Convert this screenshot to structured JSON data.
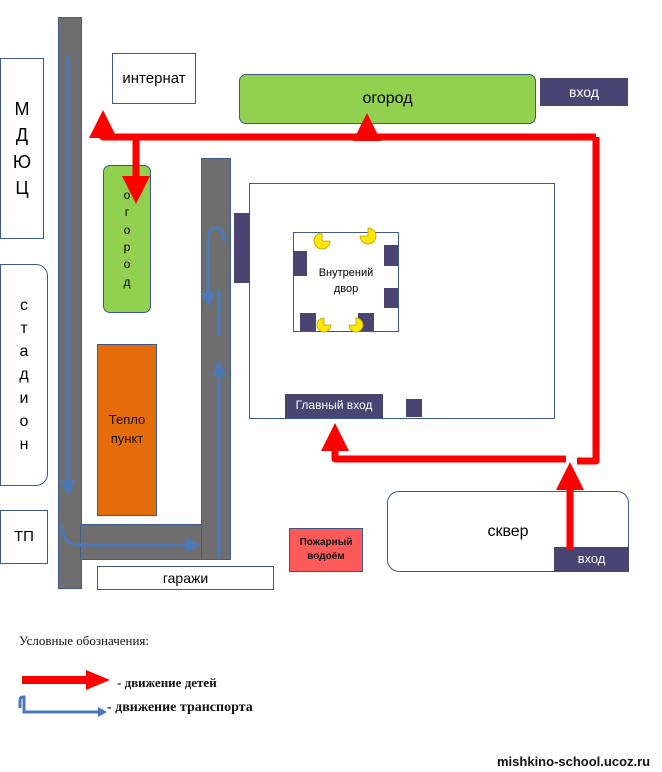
{
  "buildings": {
    "mdyuts": [
      "М",
      "Д",
      "Ю",
      "Ц"
    ],
    "stadium": [
      "с",
      "т",
      "а",
      "д",
      "и",
      "о",
      "н"
    ],
    "tp": "ТП",
    "internat": "интернат",
    "garden_top": "огород",
    "garden_left": [
      "о",
      "г",
      "о",
      "р",
      "о",
      "д"
    ],
    "heat_point": [
      "Тепло",
      "пункт"
    ],
    "inner_yard": [
      "Внутрений",
      "двор"
    ],
    "main_entrance": "Главный вход",
    "entrance_top": "вход",
    "square": "сквер",
    "entrance_bottom": "вход",
    "garages": "гаражи",
    "fire_pond": [
      "Пожарный",
      "водоём"
    ]
  },
  "legend": {
    "title": "Условные обозначения:",
    "children": "- движение детей",
    "transport": "- движение транспорта"
  },
  "watermark": "mishkino-school.ucoz.ru",
  "colors": {
    "children_route": "#ff0000",
    "transport_route": "#4a78b8",
    "garden": "#92d050",
    "heat_point": "#e46c0a",
    "fire_pond": "#ff5a5a",
    "entrance": "#4a4473",
    "road": "#6e6e6e"
  }
}
